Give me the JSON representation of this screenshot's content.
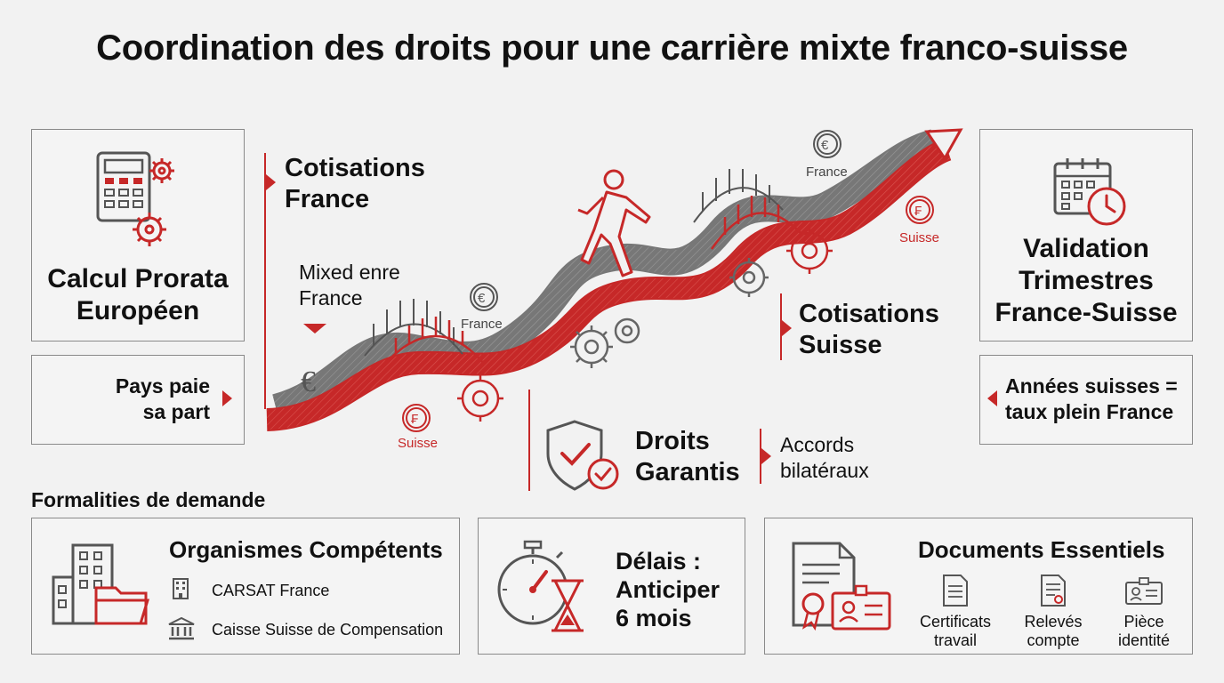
{
  "title": "Coordination des droits pour une carrière mixte franco-suisse",
  "left_top": {
    "label_line1": "Calcul Prorata",
    "label_line2": "Européen"
  },
  "left_bottom": {
    "line1": "Pays paie",
    "line2": "sa part"
  },
  "cotisations_france": {
    "line1": "Cotisations",
    "line2": "France"
  },
  "mixed": {
    "line1": "Mixed enre",
    "line2": "France"
  },
  "cotisations_suisse": {
    "line1": "Cotisations",
    "line2": "Suisse"
  },
  "right_top": {
    "line1": "Validation",
    "line2": "Trimestres",
    "line3": "France-Suisse"
  },
  "right_bottom": {
    "line1": "Années suisses =",
    "line2": "taux plein France"
  },
  "droits": {
    "line1": "Droits",
    "line2": "Garantis"
  },
  "accords": {
    "line1": "Accords",
    "line2": "bilatéraux"
  },
  "path_labels": {
    "france_1": "France",
    "suisse_1": "Suisse",
    "france_2": "France",
    "suisse_2": "Suisse"
  },
  "formalities_header": "Formalities de demande",
  "organismes": {
    "title": "Organismes Compétents",
    "item1": "CARSAT France",
    "item2": "Caisse Suisse de Compensation"
  },
  "delais": {
    "line1": "Délais :",
    "line2": "Anticiper",
    "line3": "6 mois"
  },
  "documents": {
    "title": "Documents Essentiels",
    "doc1_l1": "Certificats",
    "doc1_l2": "travail",
    "doc2_l1": "Relevés",
    "doc2_l2": "compte",
    "doc3_l1": "Pièce",
    "doc3_l2": "identité"
  },
  "colors": {
    "accent": "#c62828",
    "ink": "#111111",
    "border": "#8a8a8a",
    "icon": "#555555"
  }
}
